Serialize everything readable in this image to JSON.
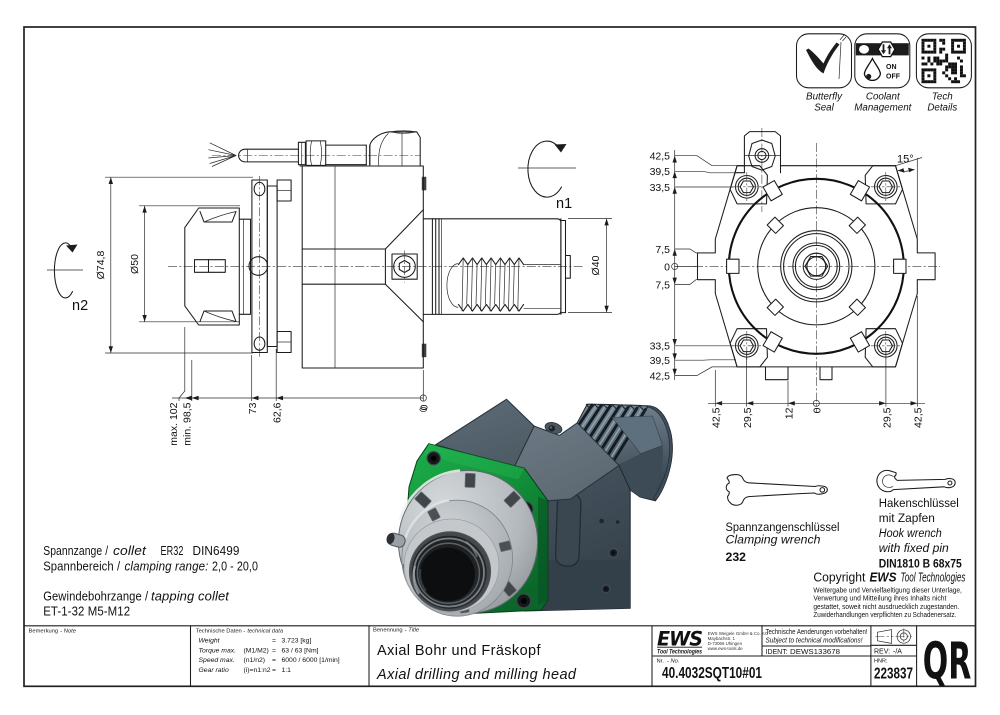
{
  "accent_colors": {
    "green": "#11903a",
    "body_gray": "#47565f",
    "silver": "#c3c7ca",
    "line": "#1c1c1c"
  },
  "header_icons": {
    "butterfly": {
      "label1": "Butterfly",
      "label2": "Seal"
    },
    "coolant": {
      "label1": "Coolant",
      "label2": "Management",
      "on": "ON",
      "off": "OFF"
    },
    "tech": {
      "label1": "Tech",
      "label2": "Details"
    }
  },
  "side_view": {
    "dia_748": "Ø74,8",
    "dia_50": "Ø50",
    "dia_40": "Ø40",
    "n1": "n1",
    "n2": "n2",
    "dim_max": "max. 102",
    "dim_min": "min. 98,5",
    "dim_73": "73",
    "dim_626": "62,6",
    "dim_0": "0"
  },
  "front_view": {
    "angle": "15°",
    "left_dims": [
      "42,5",
      "39,5",
      "33,5",
      "7,5",
      "0",
      "7,5",
      "33,5",
      "39,5",
      "42,5"
    ],
    "bottom_dims": [
      "42,5",
      "29,5",
      "12",
      "0",
      "29,5",
      "42,5"
    ]
  },
  "collet_info": {
    "l1a": "Spannzange /",
    "l1b": "collet",
    "l1c": "ER32",
    "l1d": "DIN6499",
    "l2a": "Spannbereich /",
    "l2b": "clamping range:",
    "l2c": "2,0 - 20,0",
    "l3a": "Gewindebohrzange /",
    "l3b": "tapping collet",
    "l4": "ET-1-32  M5-M12"
  },
  "wrenches": {
    "clamping": {
      "name_de": "Spannzangenschlüssel",
      "name_en": "Clamping wrench",
      "number": "232"
    },
    "hook": {
      "name_de1": "Hakenschlüssel",
      "name_de2": "mit Zapfen",
      "name_en1": "Hook wrench",
      "name_en2": "with fixed pin",
      "din": "DIN1810 B 68x75"
    }
  },
  "copyright": {
    "t1": "Copyright",
    "t2": "EWS",
    "t3": "Tool Technologies",
    "lines": [
      "Weitergabe und Vervielfaeltigung dieser Unterlage,",
      "Verwertung und Mitteilung ihres Inhalts nicht",
      "gestattet, soweit nicht ausdruecklich zugestanden.",
      "Zuwiderhandlungen verpflichten zu Schadenersatz."
    ]
  },
  "title_block": {
    "note_label_a": "Bemerkung",
    "note_label_b": "- Note",
    "tech_label_a": "Technische Daten -",
    "tech_label_b": "technical data",
    "rows": [
      {
        "label": "Weight",
        "paren": "",
        "eq": "=",
        "value": "3.723 [kg]"
      },
      {
        "label": "Torque max.",
        "paren": "(M1/M2)",
        "eq": "=",
        "value": "63 / 63 [Nm]"
      },
      {
        "label": "Speed max.",
        "paren": "(n1/n2)",
        "eq": "=",
        "value": "6000 / 6000 [1/min]"
      },
      {
        "label": "Gear ratio",
        "paren": "(i)=n1:n2",
        "eq": "=",
        "value": "1:1"
      }
    ],
    "title_label_a": "Benennung",
    "title_label_b": "- Title",
    "title_de": "Axial Bohr und Fräskopf",
    "title_en": "Axial drilling and milling head",
    "logo_text": "EWS",
    "logo_sub": "Tool Technologies",
    "address": [
      "EWS Weigele GmbH & Co. KG",
      "Maybachstr. 1",
      "D-73066 Uhingen",
      "www.ews-tools.de"
    ],
    "mods_de": "Technische Aenderungen vorbehalten!",
    "mods_en": "Subject to technical modifications!",
    "ident_label": "IDENT:",
    "ident_value": "DEWS133678",
    "rev_label": "REV:",
    "rev_value": "-/A",
    "hnr_label": "HNR:",
    "hnr_value": "223837",
    "nr_label_a": "Nr.",
    "nr_label_b": "- No.",
    "nr_value": "40.4032SQT10#01",
    "qr_text": "QR"
  }
}
